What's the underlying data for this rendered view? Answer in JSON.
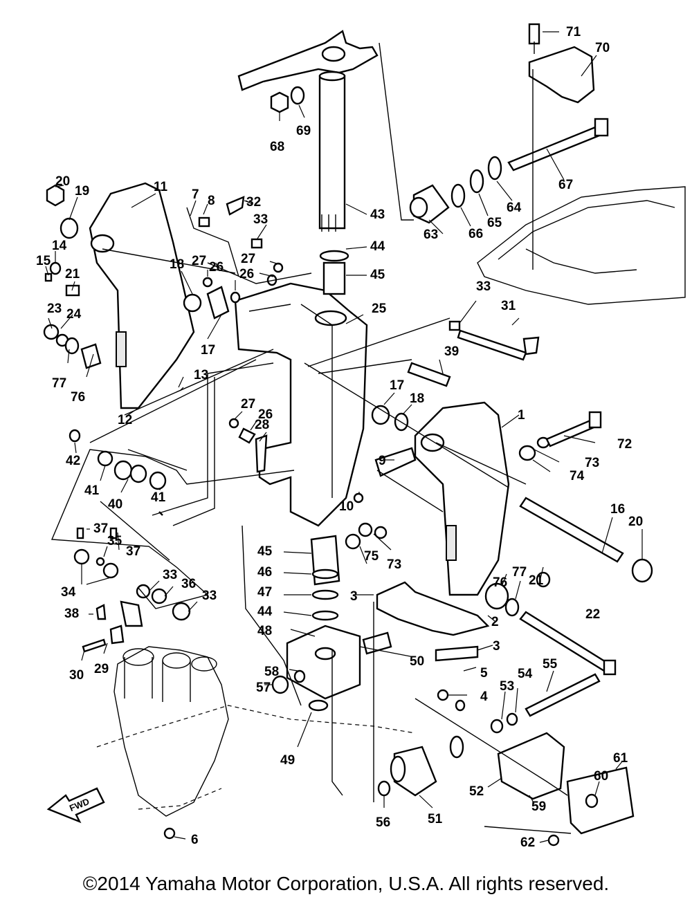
{
  "copyright": "©2014 Yamaha Motor Corporation, U.S.A. All rights reserved.",
  "fwd_label": "FWD",
  "part_labels": [
    "1",
    "2",
    "3",
    "3",
    "4",
    "5",
    "6",
    "7",
    "8",
    "9",
    "10",
    "11",
    "12",
    "13",
    "14",
    "15",
    "16",
    "17",
    "17",
    "18",
    "18",
    "19",
    "20",
    "20",
    "21",
    "21",
    "22",
    "23",
    "24",
    "25",
    "26",
    "26",
    "26",
    "27",
    "27",
    "27",
    "28",
    "29",
    "30",
    "31",
    "32",
    "33",
    "33",
    "33",
    "33",
    "34",
    "35",
    "36",
    "37",
    "37",
    "38",
    "39",
    "40",
    "41",
    "41",
    "42",
    "43",
    "44",
    "44",
    "45",
    "45",
    "46",
    "47",
    "48",
    "49",
    "50",
    "51",
    "52",
    "53",
    "54",
    "55",
    "56",
    "57",
    "58",
    "59",
    "60",
    "61",
    "62",
    "63",
    "64",
    "65",
    "66",
    "67",
    "68",
    "69",
    "70",
    "71",
    "72",
    "73",
    "73",
    "74",
    "75",
    "76",
    "76",
    "77",
    "77"
  ]
}
